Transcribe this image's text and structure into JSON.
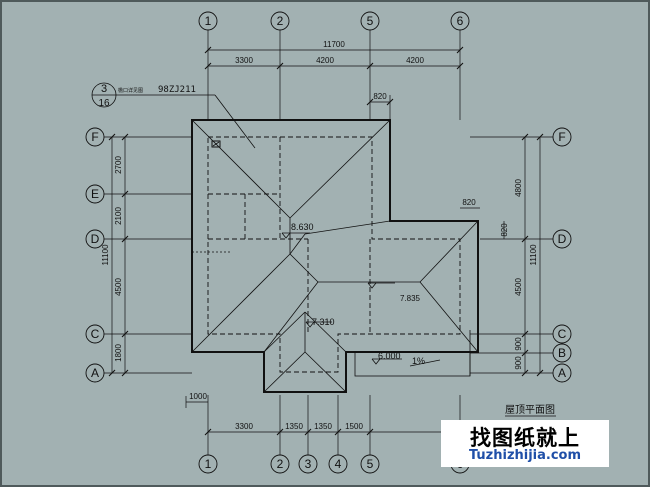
{
  "drawing": {
    "title": "屋顶平面图",
    "detail_ref": {
      "top": "3",
      "bottom": "16",
      "note": "檐口详见图",
      "std": "98ZJ211"
    },
    "axes_v": [
      "1",
      "2",
      "5",
      "6",
      "1",
      "2",
      "3",
      "4",
      "5",
      "6"
    ],
    "axes_h": [
      "F",
      "E",
      "D",
      "C",
      "A",
      "F",
      "D",
      "C",
      "B",
      "A"
    ],
    "dims_top": {
      "total": "11700",
      "d1": "3300",
      "d2": "4200",
      "d3": "4200",
      "eave": "820"
    },
    "dims_bottom": {
      "d1": "3300",
      "d2": "1350",
      "d3": "1350",
      "d4": "1500",
      "offset": "1000"
    },
    "dims_left": {
      "d1": "2700",
      "d2": "2100",
      "d3": "4500",
      "d4": "1800",
      "total": "11100"
    },
    "dims_right": {
      "d1": "4800",
      "d2": "820",
      "d3": "4500",
      "d4": "900",
      "d5": "900",
      "total": "11100",
      "eave": "820"
    },
    "elevations": {
      "ridge_main": "8.630",
      "ridge_right": "7.835",
      "ridge_bottom": "7.310",
      "canopy": "6.000"
    },
    "slope": "1%"
  },
  "watermark": {
    "cn": "找图纸就上",
    "en": "Tuzhizhijia.com"
  },
  "colors": {
    "background": "#a2b1b2",
    "line": "#111111",
    "watermark_en": "#1f4fa8"
  }
}
